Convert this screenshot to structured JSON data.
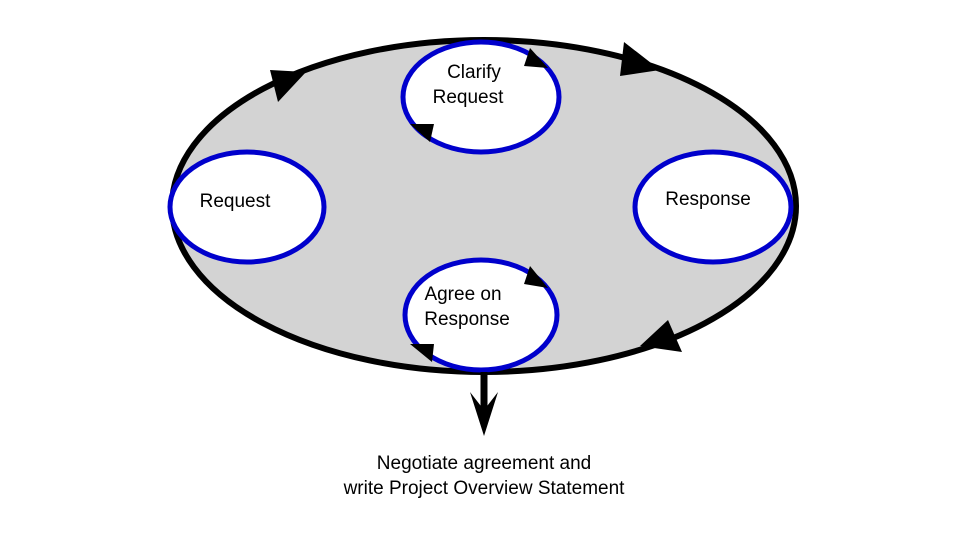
{
  "colors": {
    "background": "#ffffff",
    "main_ellipse_fill": "#d3d3d3",
    "main_ellipse_stroke": "#000000",
    "node_fill": "#ffffff",
    "node_stroke": "#0000cc",
    "arrow": "#000000"
  },
  "nodes": {
    "request": {
      "label": "Request"
    },
    "clarify": {
      "line1": "Clarify",
      "line2": "Request"
    },
    "response": {
      "label": "Response"
    },
    "agree": {
      "line1": "Agree on",
      "line2": "Response"
    }
  },
  "caption": {
    "line1": "Negotiate agreement and",
    "line2": "write Project Overview Statement"
  }
}
